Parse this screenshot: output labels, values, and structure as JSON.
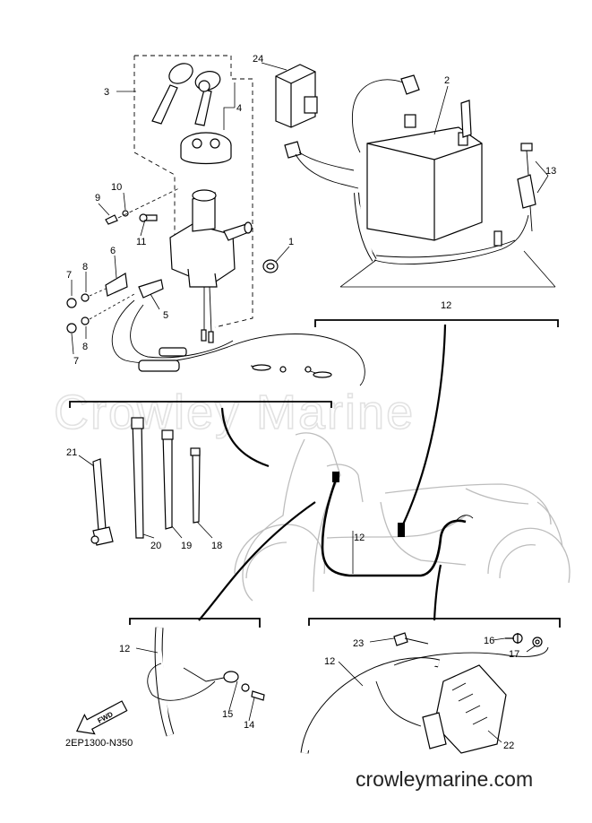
{
  "diagram_code": "2EP1300-N350",
  "watermark_text": "Crowley Marine",
  "site_url": "crowleymarine.com",
  "fwd_label": "FWD",
  "callouts": {
    "c1": "1",
    "c2": "2",
    "c3": "3",
    "c4": "4",
    "c5": "5",
    "c6": "6",
    "c7a": "7",
    "c7b": "7",
    "c8a": "8",
    "c8b": "8",
    "c9": "9",
    "c10": "10",
    "c11": "11",
    "c12_top": "12",
    "c12_mid": "12",
    "c12_left": "12",
    "c12_right": "12",
    "c13": "13",
    "c14": "14",
    "c15": "15",
    "c16": "16",
    "c17": "17",
    "c18": "18",
    "c19": "19",
    "c20": "20",
    "c21": "21",
    "c22": "22",
    "c23": "23",
    "c24": "24"
  }
}
